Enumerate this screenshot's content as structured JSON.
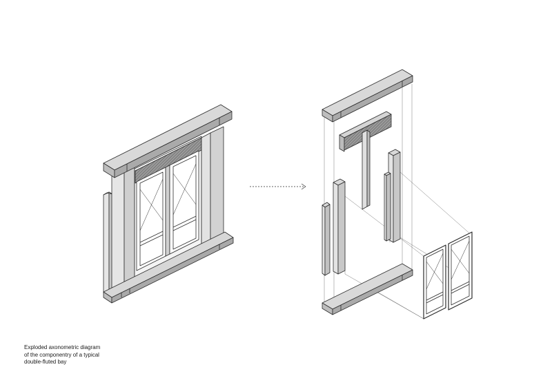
{
  "caption": {
    "lines": [
      "Exploded axonometric diagram",
      "of the componentry of a typical",
      "double-fluted bay"
    ]
  },
  "colors": {
    "line": "#2b2b2b",
    "fill_top": "#d7d7d7",
    "fill_light": "#e6e6e6",
    "fill_mid": "#c8c8c8",
    "fill_dark": "#a9a9a9",
    "fill_hatch": "#8a8a8a"
  }
}
